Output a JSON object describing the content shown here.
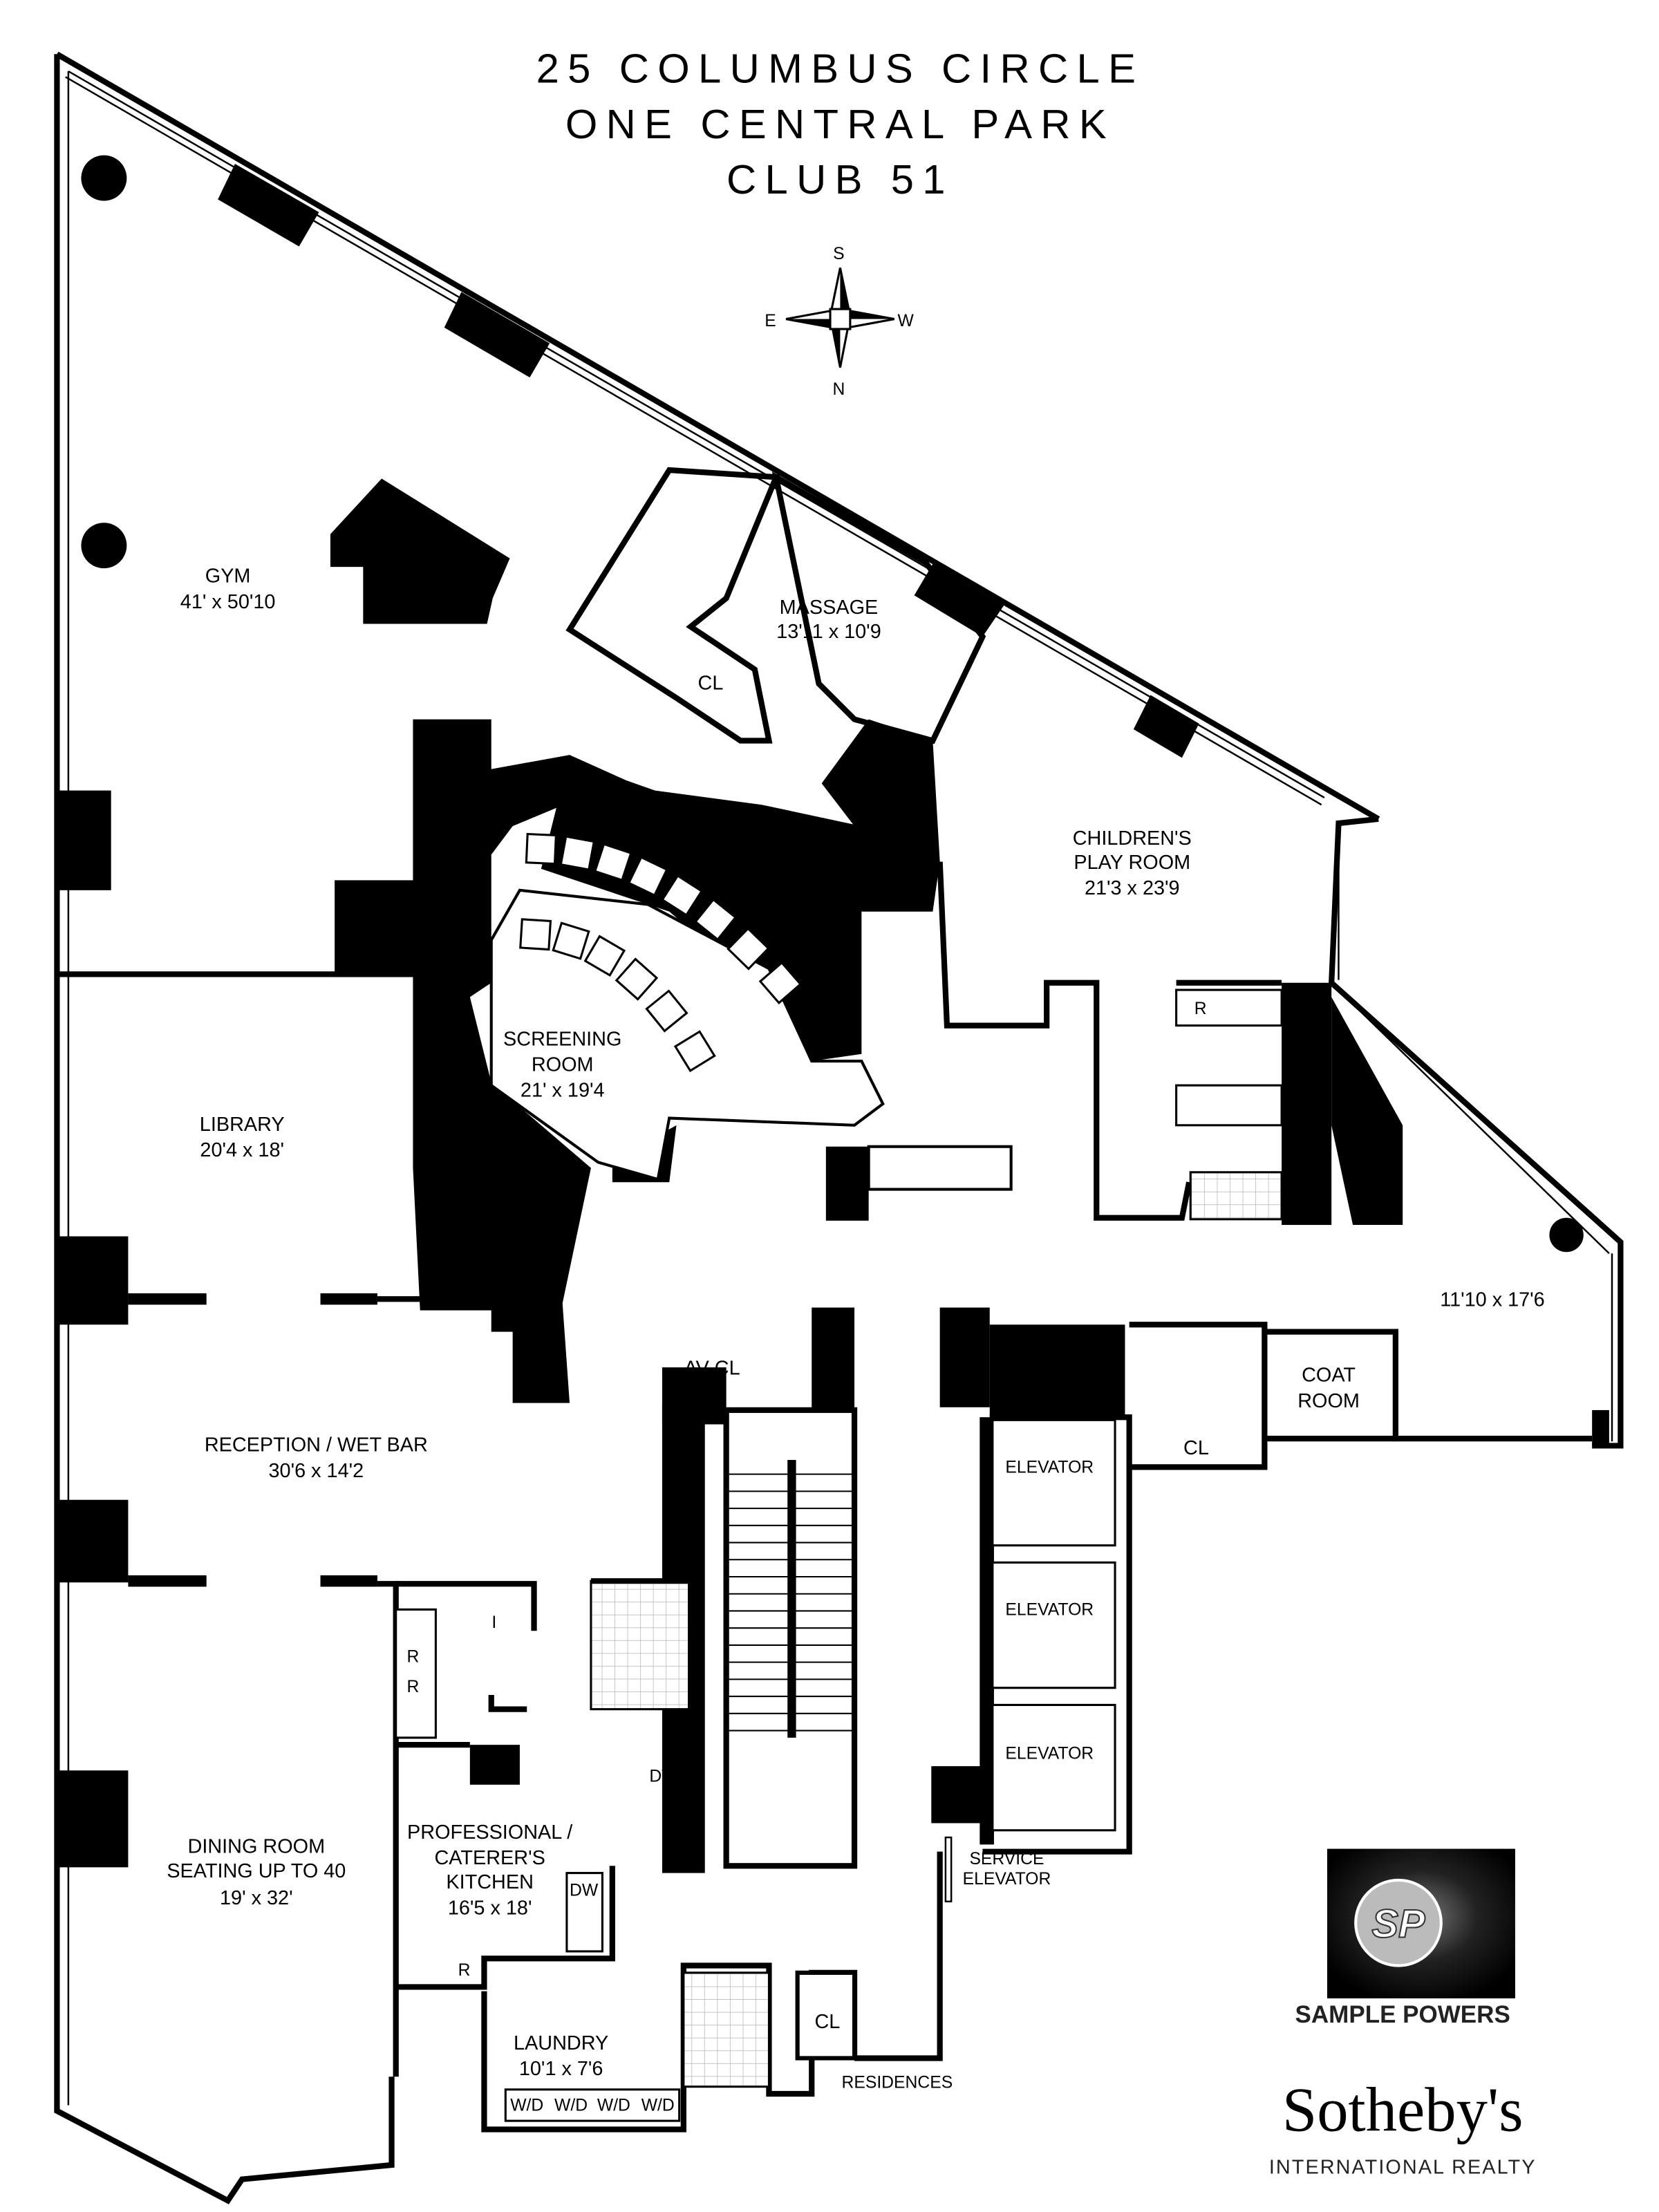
{
  "title": {
    "line1": "25 COLUMBUS CIRCLE",
    "line2": "ONE CENTRAL PARK",
    "line3": "CLUB 51"
  },
  "compass": {
    "n": "N",
    "s": "S",
    "e": "E",
    "w": "W"
  },
  "rooms": {
    "gym": {
      "name": "GYM",
      "dims": "41' x 50'10"
    },
    "massage": {
      "name": "MASSAGE",
      "dims": "13'11 x 10'9"
    },
    "childrens": {
      "name1": "CHILDREN'S",
      "name2": "PLAY ROOM",
      "dims": "21'3 x 23'9"
    },
    "screening": {
      "name1": "SCREENING",
      "name2": "ROOM",
      "dims": "21' x 19'4"
    },
    "library": {
      "name": "LIBRARY",
      "dims": "20'4 x 18'"
    },
    "lounge": {
      "dims": "11'10 x 17'6"
    },
    "reception": {
      "name": "RECEPTION / WET BAR",
      "dims": "30'6 x 14'2"
    },
    "dining": {
      "name1": "DINING ROOM",
      "name2": "SEATING UP TO 40",
      "dims": "19' x 32'"
    },
    "kitchen": {
      "name1": "PROFESSIONAL /",
      "name2": "CATERER'S",
      "name3": "KITCHEN",
      "dims": "16'5 x 18'"
    },
    "laundry": {
      "name": "LAUNDRY",
      "dims": "10'1 x 7'6"
    },
    "coat": {
      "name1": "COAT",
      "name2": "ROOM"
    }
  },
  "small_labels": {
    "cl": "CL",
    "av_cl": "AV CL",
    "r": "R",
    "i": "I",
    "dw": "DW",
    "wd": "W/D",
    "elevator": "ELEVATOR",
    "service1": "SERVICE",
    "service2": "ELEVATOR",
    "residences": "RESIDENCES"
  },
  "branding": {
    "sp_monogram": "SP",
    "sample_powers": "SAMPLE POWERS",
    "sothebys": "Sotheby's",
    "sothebys_sub": "INTERNATIONAL REALTY"
  },
  "colors": {
    "ink": "#000000",
    "paper": "#ffffff",
    "tile": "#cfcfcf"
  }
}
